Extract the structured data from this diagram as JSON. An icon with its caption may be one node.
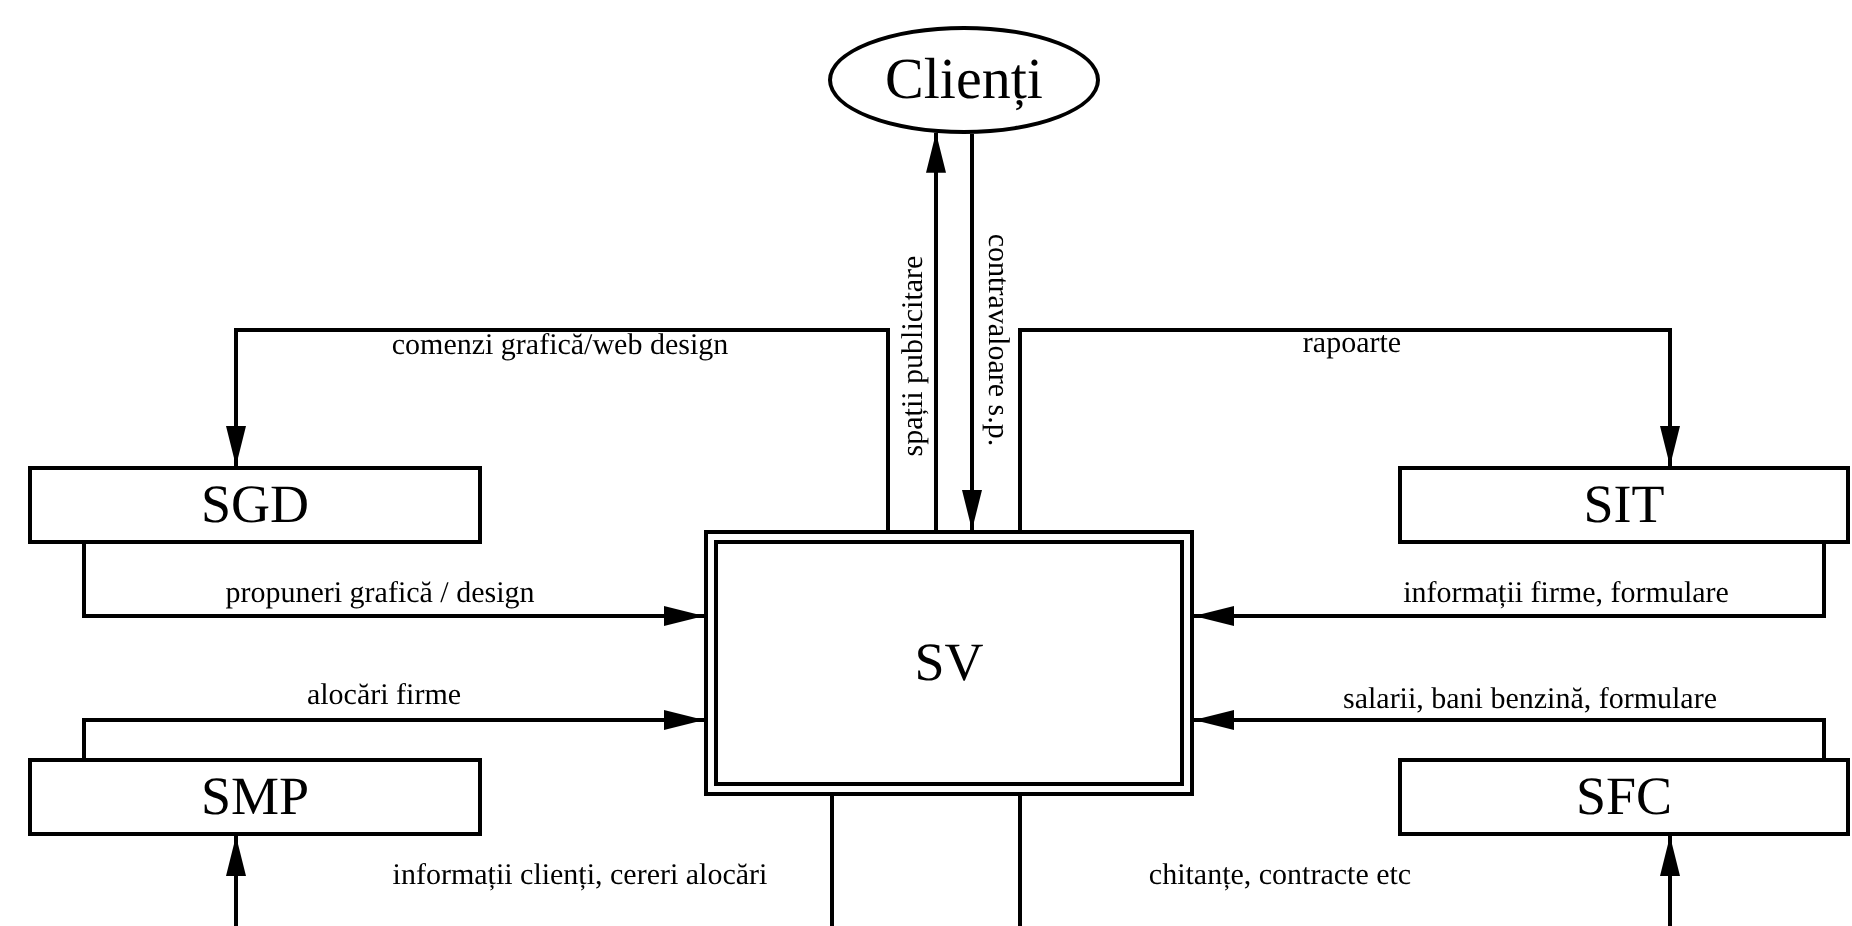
{
  "diagram": {
    "nodes": [
      {
        "text": [
          "Clienți"
        ]
      },
      {
        "text": [
          "SGD"
        ]
      },
      {
        "text": [
          "SIT"
        ]
      },
      {
        "text": [
          "SV"
        ]
      },
      {
        "text": [
          "SMP"
        ]
      },
      {
        "text": [
          "SFC"
        ]
      }
    ],
    "edges": [
      {
        "from": 3,
        "to": 0,
        "arrow": "to",
        "label": "spații publicitare"
      },
      {
        "from": 0,
        "to": 3,
        "arrow": "to",
        "label": "contravaloare s.p."
      },
      {
        "from": 3,
        "to": 1,
        "arrow": "to",
        "label": "comenzi grafică/web design"
      },
      {
        "from": 3,
        "to": 2,
        "arrow": "to",
        "label": "rapoarte"
      },
      {
        "from": 1,
        "to": 3,
        "arrow": "to",
        "label": "propuneri grafică / design"
      },
      {
        "from": 4,
        "to": 3,
        "arrow": "to",
        "label": "alocări firme"
      },
      {
        "from": 2,
        "to": 3,
        "arrow": "to",
        "label": "informații firme, formulare"
      },
      {
        "from": 5,
        "to": 3,
        "arrow": "to",
        "label": "salarii, bani benzină, formulare"
      },
      {
        "from": 3,
        "to": 4,
        "arrow": "to",
        "label": "informații clienți, cereri alocări"
      },
      {
        "from": 3,
        "to": 5,
        "arrow": "to",
        "label": "chitanțe, contracte etc"
      }
    ]
  }
}
